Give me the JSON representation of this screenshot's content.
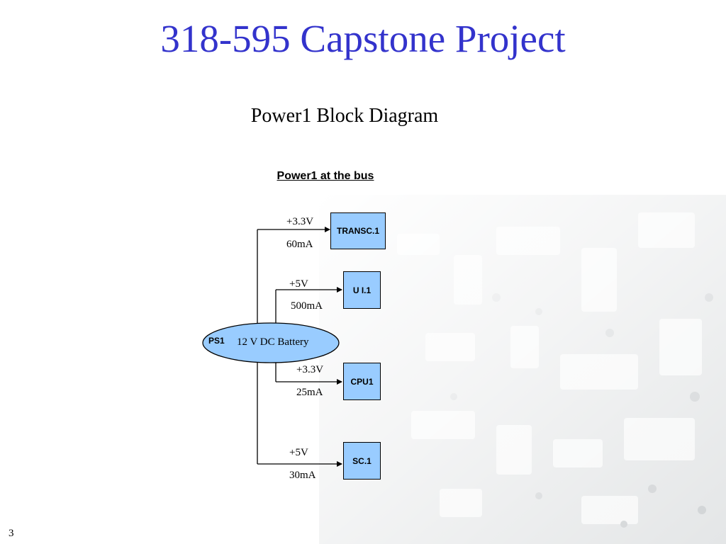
{
  "slide": {
    "title": "318-595 Capstone Project",
    "subtitle": "Power1 Block Diagram",
    "page_number": "3"
  },
  "diagram": {
    "heading": "Power1 at the bus",
    "source": {
      "tag": "PS1",
      "label": "12 V DC Battery"
    },
    "branches": [
      {
        "voltage": "+3.3V",
        "current": "60mA",
        "target": "TRANSC.1"
      },
      {
        "voltage": "+5V",
        "current": "500mA",
        "target": "U I.1"
      },
      {
        "voltage": "+3.3V",
        "current": "25mA",
        "target": "CPU1"
      },
      {
        "voltage": "+5V",
        "current": "30mA",
        "target": "SC.1"
      }
    ],
    "colors": {
      "title": "#3333cc",
      "box_fill": "#99ccff",
      "source_fill": "#99ccff"
    }
  }
}
